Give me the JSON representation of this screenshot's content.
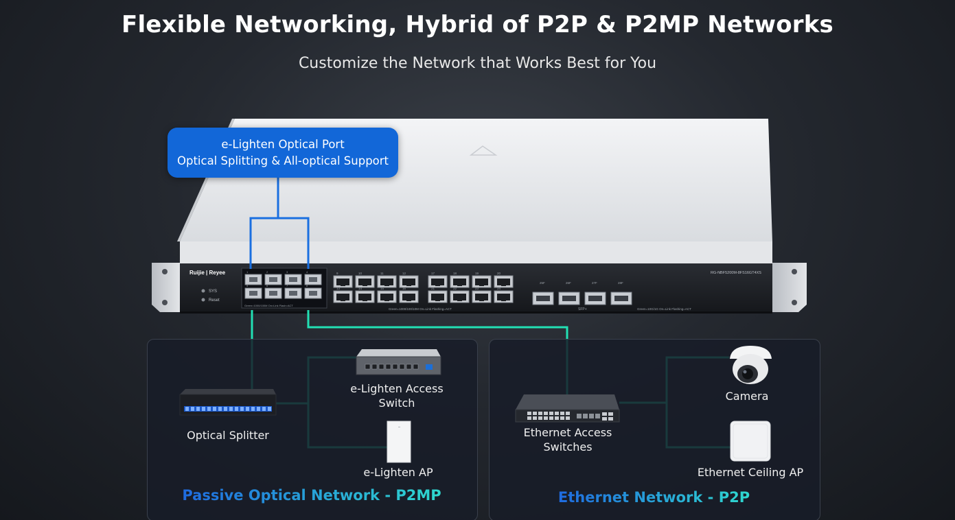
{
  "header": {
    "title": "Flexible Networking, Hybrid of P2P & P2MP Networks",
    "subtitle": "Customize the Network that Works Best for You"
  },
  "callout": {
    "line1": "e-Lighten Optical Port",
    "line2": "Optical Splitting & All-optical Support"
  },
  "device": {
    "brand": "Ruijie | Reyee",
    "model": "RG-NBF5200M-8FS16GT4XS",
    "sys_label": "SYS",
    "reset_label": "Reset",
    "optical_ports": [
      "1",
      "2",
      "3",
      "4",
      "5",
      "6",
      "7",
      "8"
    ],
    "copper_ports_a": [
      "9",
      "10",
      "11",
      "12",
      "13",
      "14",
      "15",
      "16"
    ],
    "copper_ports_b": [
      "17",
      "18",
      "19",
      "20",
      "21",
      "22",
      "23",
      "24"
    ],
    "sfp_ports": [
      "25F",
      "26F",
      "27F",
      "28F"
    ],
    "sfp_label": "SFP+",
    "led_note_optical": "Green=1000/100M On=Link Flash=ACT",
    "led_note_copper": "Green=1000/100/10M On=Link Flashing=ACT",
    "led_note_sfp": "Green=10G/1G On=Link Flashing=ACT"
  },
  "left_panel": {
    "title": "Passive Optical Network - P2MP",
    "splitter_label": "Optical Splitter",
    "switch_label_line1": "e-Lighten Access",
    "switch_label_line2": "Switch",
    "ap_label": "e-Lighten AP"
  },
  "right_panel": {
    "title": "Ethernet Network - P2P",
    "switch_label_line1": "Ethernet Access",
    "switch_label_line2": "Switches",
    "camera_label": "Camera",
    "ceiling_ap_label": "Ethernet Ceiling AP"
  },
  "colors": {
    "callout_blue": "#1267d8",
    "fiber_line": "#1a6fe0",
    "ethernet_line": "#22e0b4",
    "left_title_gradient_start": "#1f6be0",
    "left_title_gradient_end": "#2fd8cf",
    "right_title_gradient_start": "#1f6be0",
    "right_title_gradient_end": "#2fd8cf"
  }
}
